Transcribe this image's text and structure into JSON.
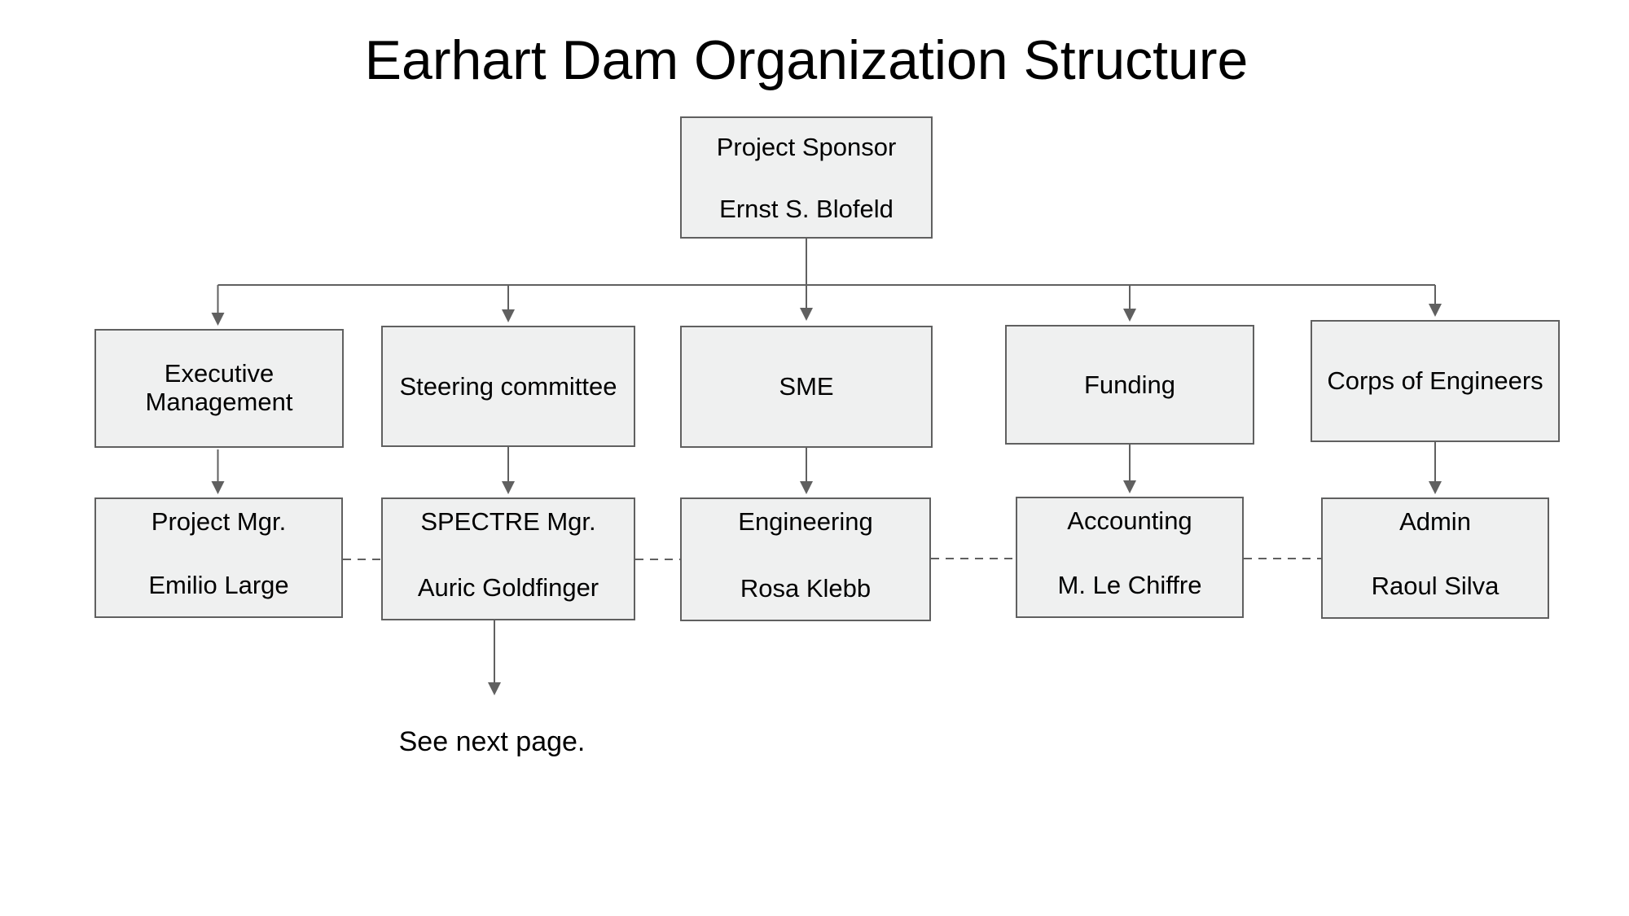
{
  "title": "Earhart Dam Organization Structure",
  "org": {
    "sponsor": {
      "role": "Project Sponsor",
      "person": "Ernst S. Blofeld"
    },
    "departments": [
      {
        "label": "Executive Management"
      },
      {
        "label": "Steering committee"
      },
      {
        "label": "SME"
      },
      {
        "label": "Funding"
      },
      {
        "label": "Corps of Engineers"
      }
    ],
    "staff": [
      {
        "role": "Project Mgr.",
        "person": "Emilio Large"
      },
      {
        "role": "SPECTRE Mgr.",
        "person": "Auric Goldfinger"
      },
      {
        "role": "Engineering",
        "person": "Rosa Klebb"
      },
      {
        "role": "Accounting",
        "person": "M. Le Chiffre"
      },
      {
        "role": "Admin",
        "person": "Raoul Silva"
      }
    ],
    "footnote": "See next page."
  },
  "colors": {
    "background": "#ffffff",
    "box_fill": "#eff0f0",
    "box_border": "#606060",
    "connector": "#606060",
    "text": "#000000"
  }
}
